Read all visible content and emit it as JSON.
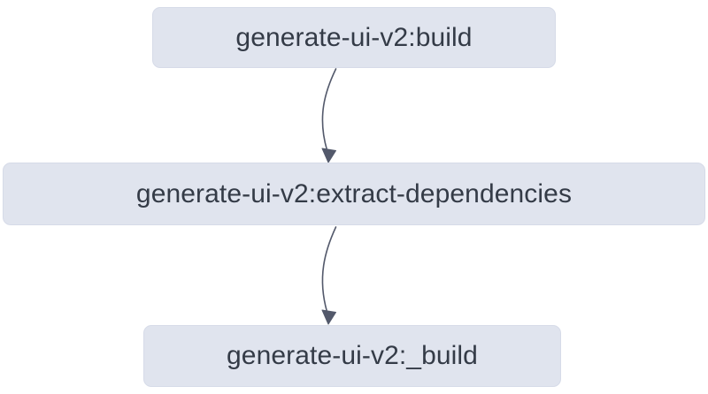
{
  "diagram": {
    "type": "flowchart",
    "direction": "top-to-bottom",
    "background_color": "#ffffff",
    "node_fill_color": "#e0e4ee",
    "node_border_color": "#d6dbe8",
    "node_text_color": "#343b47",
    "edge_color": "#53596b",
    "nodes": [
      {
        "id": "build",
        "label": "generate-ui-v2:build"
      },
      {
        "id": "extract-dependencies",
        "label": "generate-ui-v2:extract-dependencies"
      },
      {
        "id": "_build",
        "label": "generate-ui-v2:_build"
      }
    ],
    "edges": [
      {
        "id": "edge-build-to-extract-dependencies",
        "from": "build",
        "to": "extract-dependencies",
        "arrowhead": "triangle"
      },
      {
        "id": "edge-extract-dependencies-to-_build",
        "from": "extract-dependencies",
        "to": "_build",
        "arrowhead": "triangle"
      }
    ]
  }
}
